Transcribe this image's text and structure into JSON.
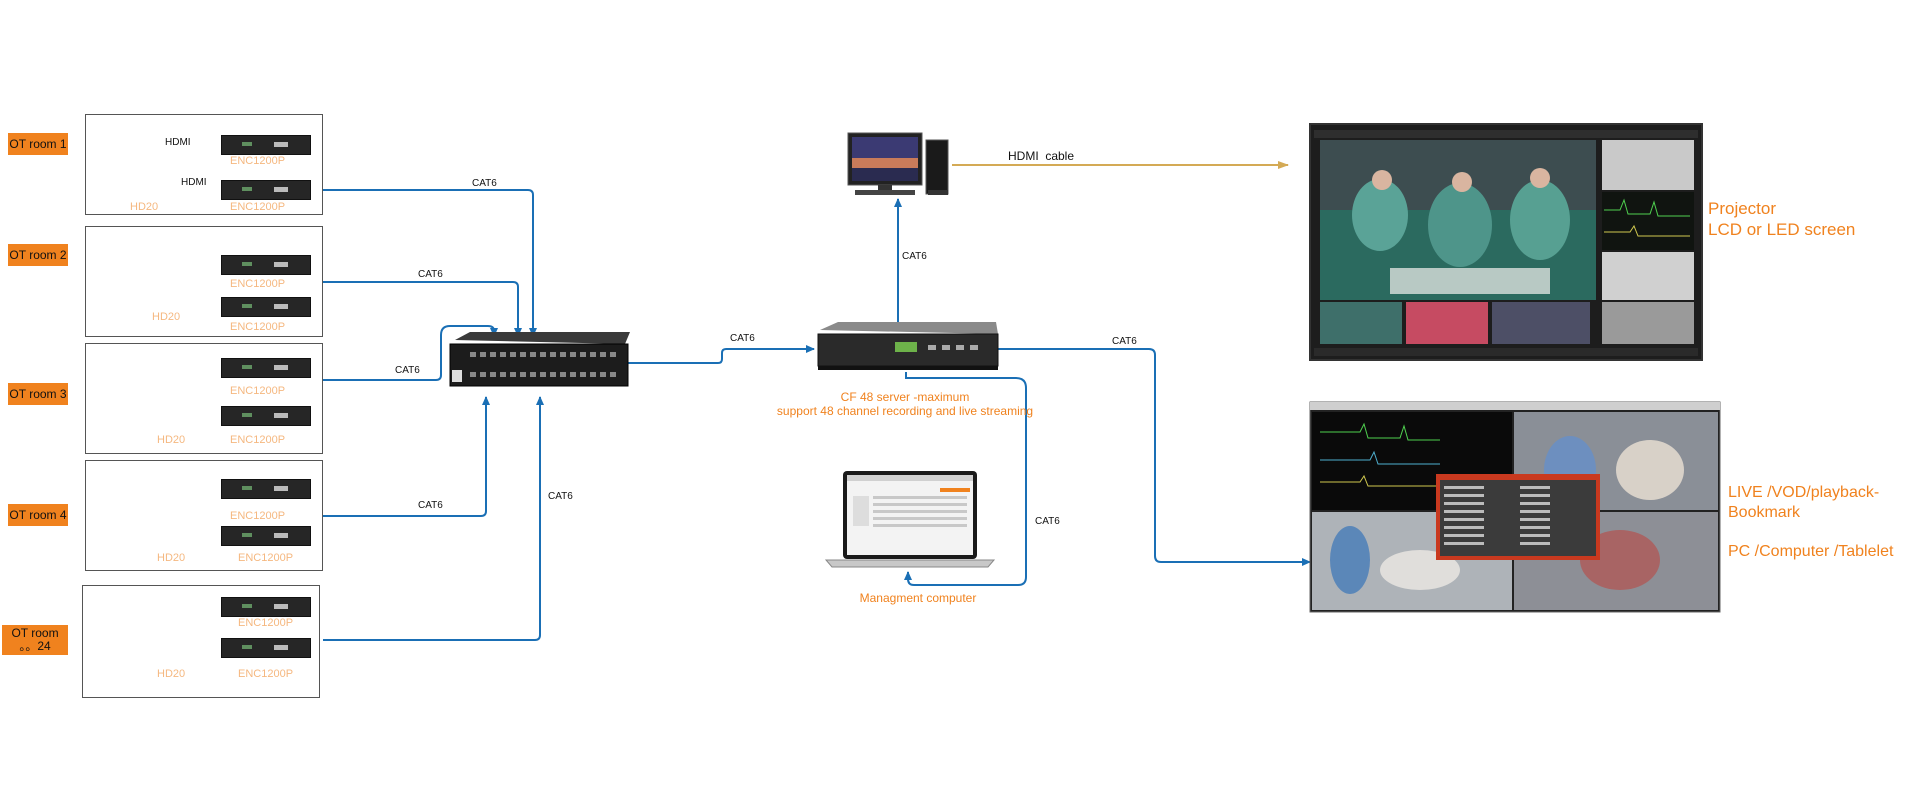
{
  "rooms": [
    {
      "tag": "OT room 1",
      "camera1_link": "HDMI",
      "camera2_link": "HDMI",
      "camera2_model": "HD20",
      "encoder1": "ENC1200P",
      "encoder2": "ENC1200P"
    },
    {
      "tag": "OT room 2",
      "camera2_model": "HD20",
      "encoder1": "ENC1200P",
      "encoder2": "ENC1200P"
    },
    {
      "tag": "OT room 3",
      "camera2_model": "HD20",
      "encoder1": "ENC1200P",
      "encoder2": "ENC1200P"
    },
    {
      "tag": "OT room 4",
      "camera2_model": "HD20",
      "encoder1": "ENC1200P",
      "encoder2": "ENC1200P"
    },
    {
      "tag_line1": "OT room",
      "tag_line2": "。。24",
      "camera2_model": "HD20",
      "encoder1": "ENC1200P",
      "encoder2": "ENC1200P"
    }
  ],
  "cables": {
    "room1": "CAT6",
    "room2": "CAT6",
    "room3": "CAT6",
    "room4": "CAT6",
    "room24": "CAT6",
    "switch_to_server": "CAT6",
    "server_to_pc": "CAT6",
    "server_to_screen": "CAT6",
    "server_to_laptop": "CAT6",
    "pc_to_projector": "HDMI  cable"
  },
  "server": {
    "line1": "CF 48 server -maximum",
    "line2": "support 48 channel recording and live streaming"
  },
  "management": "Managment computer",
  "projector": {
    "line1": "Projector",
    "line2": "LCD or LED screen"
  },
  "playback": {
    "line1": "LIVE /VOD/playback-",
    "line2": "Bookmark",
    "line3": "PC /Computer /Tablelet"
  },
  "colors": {
    "accent_orange": "#f0821e",
    "cable_blue": "#1a6fb5",
    "hdmi_gold": "#d4aa55"
  }
}
